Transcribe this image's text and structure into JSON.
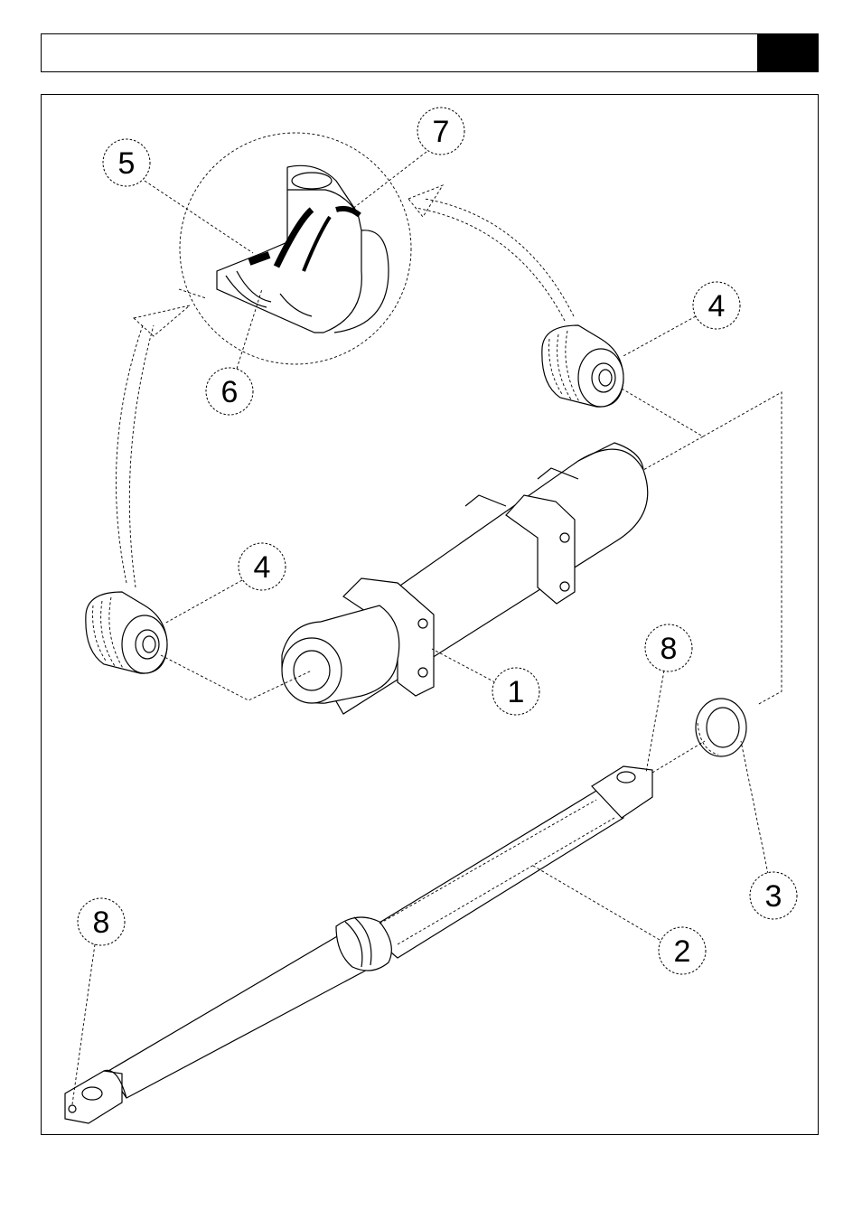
{
  "header": {
    "title": "",
    "page_label": ""
  },
  "callouts": [
    "5",
    "7",
    "6",
    "4",
    "4",
    "1",
    "8",
    "8",
    "3",
    "2"
  ]
}
